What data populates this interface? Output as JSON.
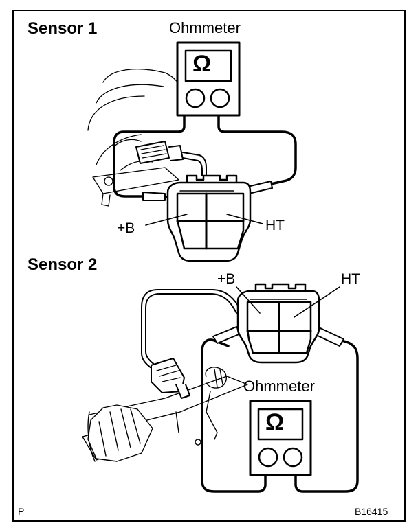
{
  "sections": {
    "sensor1": "Sensor 1",
    "sensor2": "Sensor 2"
  },
  "meter1": {
    "label": "Ohmmeter",
    "symbol": "Ω"
  },
  "meter2": {
    "label": "Ohmmeter",
    "symbol": "Ω"
  },
  "terminals1": {
    "pos": "+B",
    "ht": "HT"
  },
  "terminals2": {
    "pos": "+B",
    "ht": "HT"
  },
  "footer": {
    "left": "P",
    "code": "B16415"
  },
  "colors": {
    "ink": "#000000",
    "paper": "#ffffff"
  }
}
